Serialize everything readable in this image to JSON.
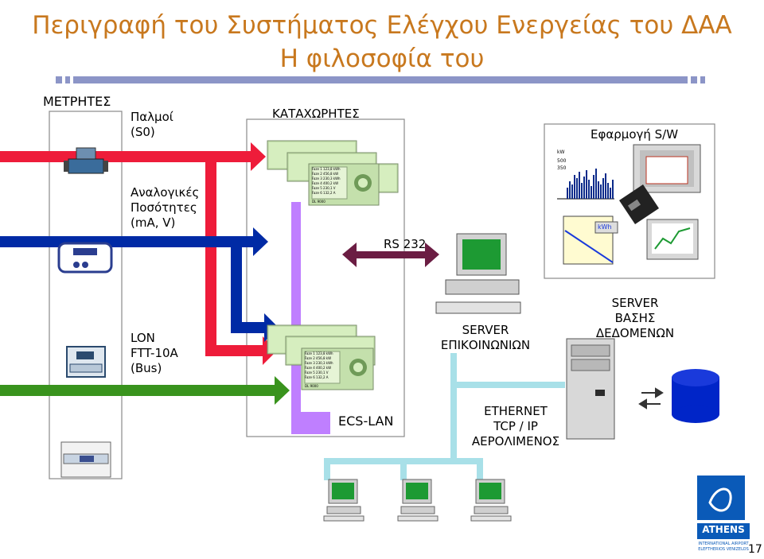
{
  "title": {
    "line1": "Περιγραφή του Συστήματος Ελέγχου Ενεργείας του ΔΑΑ",
    "line2": "Η φιλοσοφία του"
  },
  "meters": {
    "heading": "ΜΕΤΡΗΤΕΣ",
    "pulses": [
      "Παλμοί",
      "(S0)"
    ],
    "analog": [
      "Αναλογικές",
      "Ποσότητες",
      "(mA, V)"
    ],
    "lon": [
      "LON",
      "FTT-10A",
      "(Bus)"
    ]
  },
  "loggers": {
    "heading": "ΚΑΤΑΧΩΡΗΤΕΣ"
  },
  "logger_panel": {
    "rows": [
      "Faze 1 123,8 kWh",
      "Faze 2 456,8 kW",
      "Faze 3 230,3 kWh",
      "Faze 4 400,2 kW",
      "Faze 5 230,1 V",
      "Faze 6 132,2 A"
    ],
    "footer": "DL 9000"
  },
  "links": {
    "rs232": "RS 232",
    "ecs_lan": "ECS-LAN",
    "ethernet": [
      "ETHERNET",
      "TCP / IP",
      "ΑΕΡΟΛΙΜΕΝΟΣ"
    ]
  },
  "software": {
    "heading": "Εφαρμογή S/W",
    "unit_kw": "kW",
    "axis_500": "500",
    "axis_350": "350",
    "unit_kwh": "kWh"
  },
  "servers": {
    "comms": [
      "SERVER",
      "ΕΠΙΚΟΙΝΩΝΙΩΝ"
    ],
    "db": [
      "SERVER",
      "ΒΑΣΗΣ",
      "ΔΕΔΟΜΕΝΩΝ"
    ]
  },
  "logo": {
    "name": "ATHENS",
    "sub1": "INTERNATIONAL AIRPORT",
    "sub2": "ELEFTHERIOS VENIZELOS"
  },
  "page_number": "17",
  "colors": {
    "title": "#c8781e",
    "header_bar": "#8c95c7",
    "red_bus": "#ee1c3a",
    "blue_bus": "#002aa5",
    "green_bus": "#39931d",
    "purple_bus": "#bf7fff",
    "rs232": "#6b1d43",
    "ethernet": "#a8e0e8",
    "logo_blue": "#0a5ab8"
  }
}
